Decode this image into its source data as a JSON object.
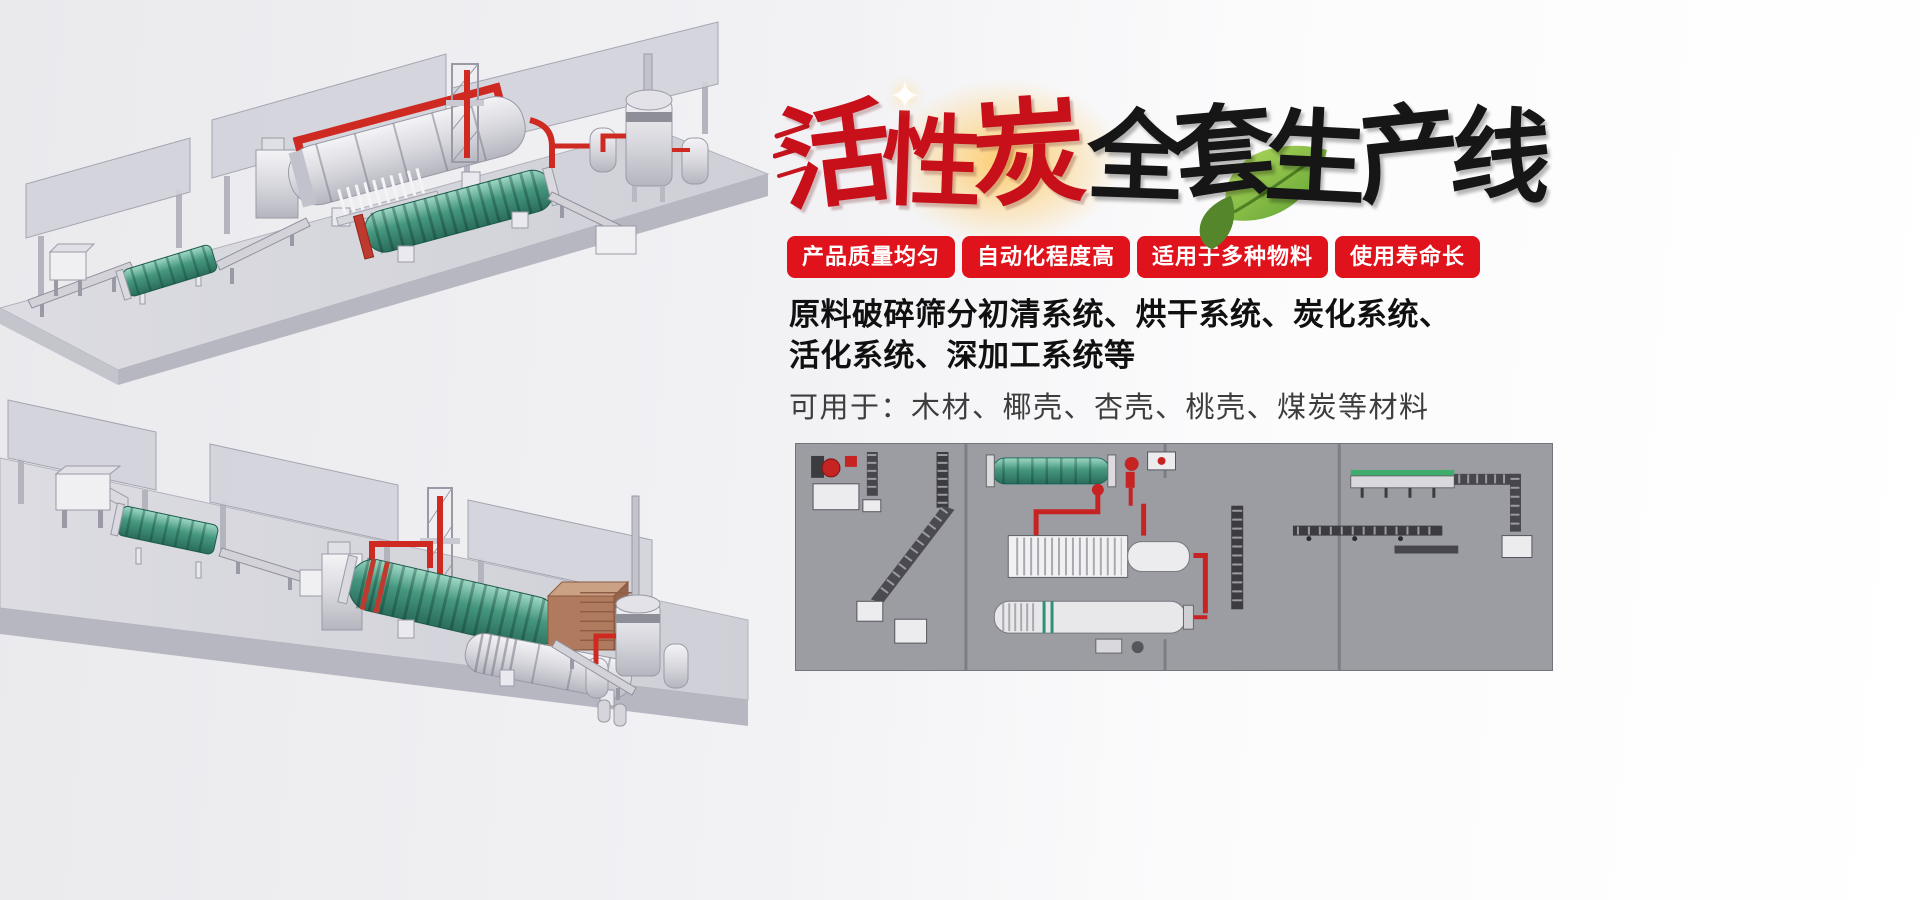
{
  "title": {
    "red": "活性炭",
    "black": "全套生产线",
    "red_chars": [
      "活",
      "性",
      "炭"
    ],
    "black_chars": [
      "全",
      "套",
      "生",
      "产",
      "线"
    ]
  },
  "badges": [
    {
      "label": "产品质量均匀"
    },
    {
      "label": "自动化程度高"
    },
    {
      "label": "适用于多种物料"
    },
    {
      "label": "使用寿命长"
    }
  ],
  "description": {
    "line1": "原料破碎筛分初清系统、烘干系统、炭化系统、",
    "line2": "活化系统、深加工系统等",
    "line3": "可用于：木材、椰壳、杏壳、桃壳、煤炭等材料"
  },
  "decor": {
    "sparkle_glyph": "✦"
  },
  "colors": {
    "badge_red": "#e0121b",
    "title_red": "#c8101b",
    "title_black": "#161616",
    "leaf_green": "#7fb93c",
    "pipe_red": "#cf2a22",
    "drum_teal": "#46977f",
    "diagram_background": "#9c9ca3",
    "page_background": "#f2f2f5"
  },
  "icons": {
    "leaf": "leaf-icon",
    "sparkle": "sparkle-icon",
    "speed_lines": "speed-lines-icon"
  }
}
